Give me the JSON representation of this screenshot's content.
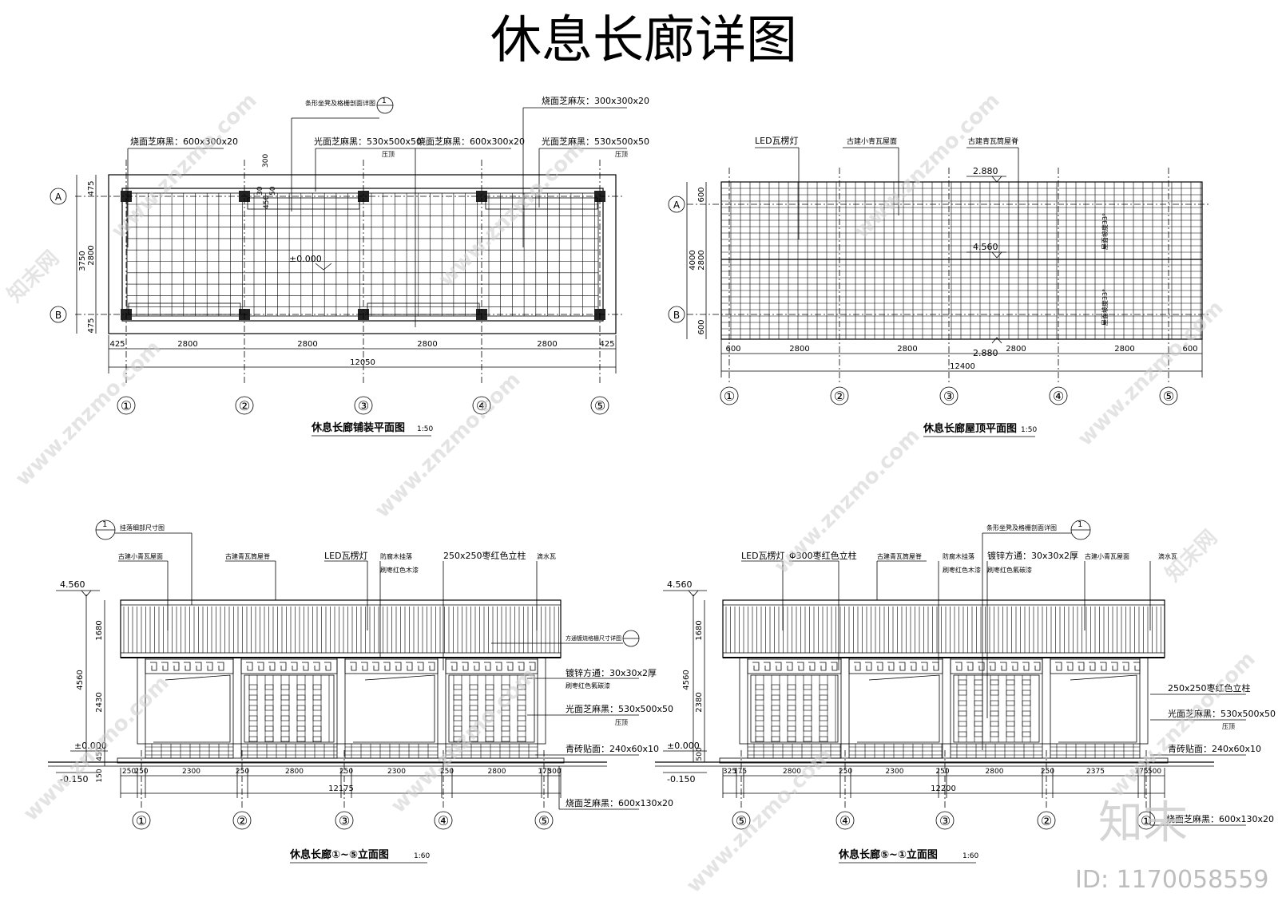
{
  "title": "休息长廊详图",
  "plan": {
    "caption": "休息长廊铺装平面图",
    "scale": "1:50",
    "labels": [
      "烧面芝麻黑：600x300x20",
      "条形坐凳及格栅剖面详图",
      "光面芝麻黑：530x500x50",
      "压顶",
      "烧面芝麻黑：600x300x20",
      "烧面芝麻灰：300x300x20",
      "光面芝麻黑：530x500x50",
      "压顶"
    ],
    "level": "±0.000",
    "dims_bottom": [
      "425",
      "2800",
      "2800",
      "2800",
      "2800",
      "425"
    ],
    "total": "12050",
    "dims_left": [
      "475",
      "2800",
      "475"
    ],
    "total_left": "3750",
    "small_dims": [
      "300",
      "30",
      "450",
      "50"
    ],
    "axes": [
      "①",
      "②",
      "③",
      "④",
      "⑤"
    ],
    "rows": [
      "A",
      "B"
    ],
    "detail_ref": "1"
  },
  "roof": {
    "caption": "休息长廊屋顶平面图",
    "scale": "1:50",
    "labels": [
      "LED瓦楞灯",
      "古建小青瓦屋面",
      "古建青瓦筒屋脊"
    ],
    "levels": [
      "2.880",
      "4.560",
      "2.880"
    ],
    "dims_bottom": [
      "600",
      "2800",
      "2800",
      "2800",
      "2800",
      "600"
    ],
    "total": "12400",
    "dims_left": [
      "600",
      "2800",
      "600"
    ],
    "total_left": "4000",
    "slope_labels": [
      "屋面坡度33°",
      "屋面坡度33°"
    ],
    "axes": [
      "①",
      "②",
      "③",
      "④",
      "⑤"
    ],
    "rows": [
      "A",
      "B"
    ]
  },
  "elev1": {
    "caption": "休息长廊①~⑤立面图",
    "scale": "1:60",
    "labels": [
      "挂落细部尺寸图",
      "古建小青瓦屋面",
      "古建青瓦筒屋脊",
      "LED瓦楞灯",
      "防腐木挂落",
      "刷枣红色木漆",
      "250x250枣红色立柱",
      "滴水瓦",
      "方通镀烧格栅尺寸详图",
      "镀锌方通：30x30x2厚",
      "刷枣红色氟碳漆",
      "光面芝麻黑：530x500x50",
      "压顶",
      "青砖贴面：240x60x10",
      "烧面芝麻黑：600x130x20"
    ],
    "levels": [
      "4.560",
      "±0.000",
      "-0.150"
    ],
    "dims_left": [
      "1680",
      "2430",
      "450",
      "150"
    ],
    "total_left": "4560",
    "dims_bottom": [
      "250",
      "250",
      "2300",
      "250",
      "2800",
      "250",
      "2300",
      "250",
      "2800",
      "175",
      "300"
    ],
    "total": "12175",
    "axes": [
      "①",
      "②",
      "③",
      "④",
      "⑤"
    ],
    "detail_ref": "1"
  },
  "elev2": {
    "caption": "休息长廊⑤~①立面图",
    "scale": "1:60",
    "labels": [
      "条形坐凳及格栅剖面详图",
      "LED瓦楞灯",
      "Φ300枣红色立柱",
      "古建青瓦筒屋脊",
      "防腐木挂落",
      "刷枣红色木漆",
      "镀锌方通：30x30x2厚",
      "刷枣红色氟碳漆",
      "古建小青瓦屋面",
      "滴水瓦",
      "250x250枣红色立柱",
      "光面芝麻黑：530x500x50",
      "压顶",
      "青砖贴面：240x60x10",
      "烧面芝麻黑：600x130x20"
    ],
    "levels": [
      "4.560",
      "±0.000",
      "-0.150"
    ],
    "dims_left": [
      "1680",
      "2380",
      "500"
    ],
    "total_left": "4560",
    "dims_bottom": [
      "325",
      "175",
      "2800",
      "250",
      "2300",
      "250",
      "2800",
      "250",
      "2375",
      "175",
      "500"
    ],
    "total": "12200",
    "axes": [
      "⑤",
      "④",
      "③",
      "②",
      "①"
    ],
    "detail_ref": "1"
  },
  "watermark": {
    "site": "www.znzmo.com",
    "brand": "知末网",
    "logo": "知末",
    "id": "ID: 1170058559"
  }
}
